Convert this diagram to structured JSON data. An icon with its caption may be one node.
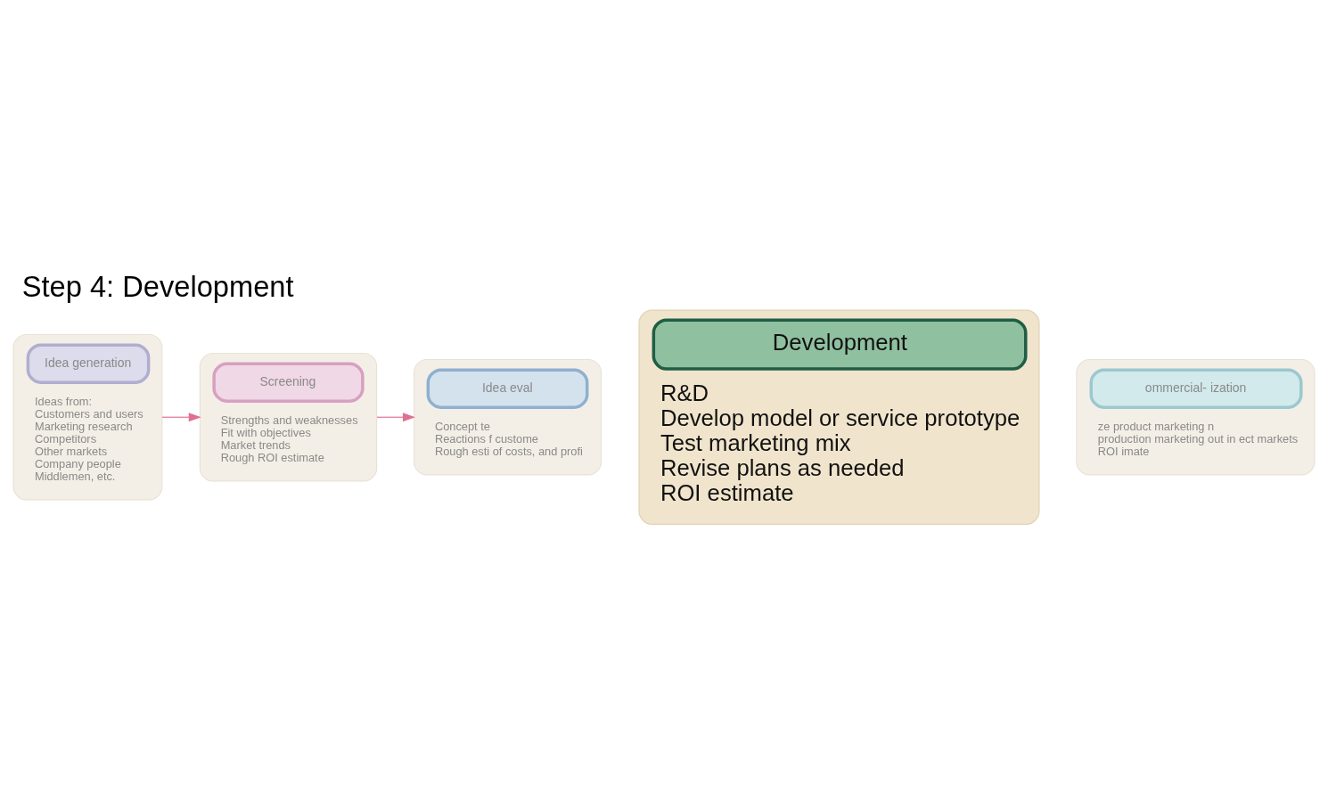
{
  "diagram": {
    "title": "Step 4: Development",
    "nodes": [
      {
        "text": [
          "Idea generation",
          "Ideas from:",
          "Customers and users",
          "Marketing research",
          "Competitors",
          "Other markets",
          "Company people",
          "Middlemen, etc."
        ]
      },
      {
        "text": [
          "Screening",
          "Strengths and weaknesses",
          "Fit with objectives",
          "Market trends",
          "Rough ROI estimate"
        ]
      },
      {
        "text": [
          "Idea eval",
          "Concept te",
          "Reactions f custome",
          "Rough esti of costs, and profi"
        ]
      },
      {
        "text": [
          "Development",
          "R&D",
          "Develop model or service prototype",
          "Test marketing mix",
          "Revise plans as needed",
          "ROI estimate"
        ]
      },
      {
        "text": [
          "ommercial- ization",
          "ze product marketing n",
          "production marketing out in ect markets",
          "ROI imate"
        ]
      }
    ],
    "edges": [
      {
        "from": 0,
        "to": 1,
        "arrow": "to"
      },
      {
        "from": 1,
        "to": 2,
        "arrow": "to"
      }
    ]
  }
}
